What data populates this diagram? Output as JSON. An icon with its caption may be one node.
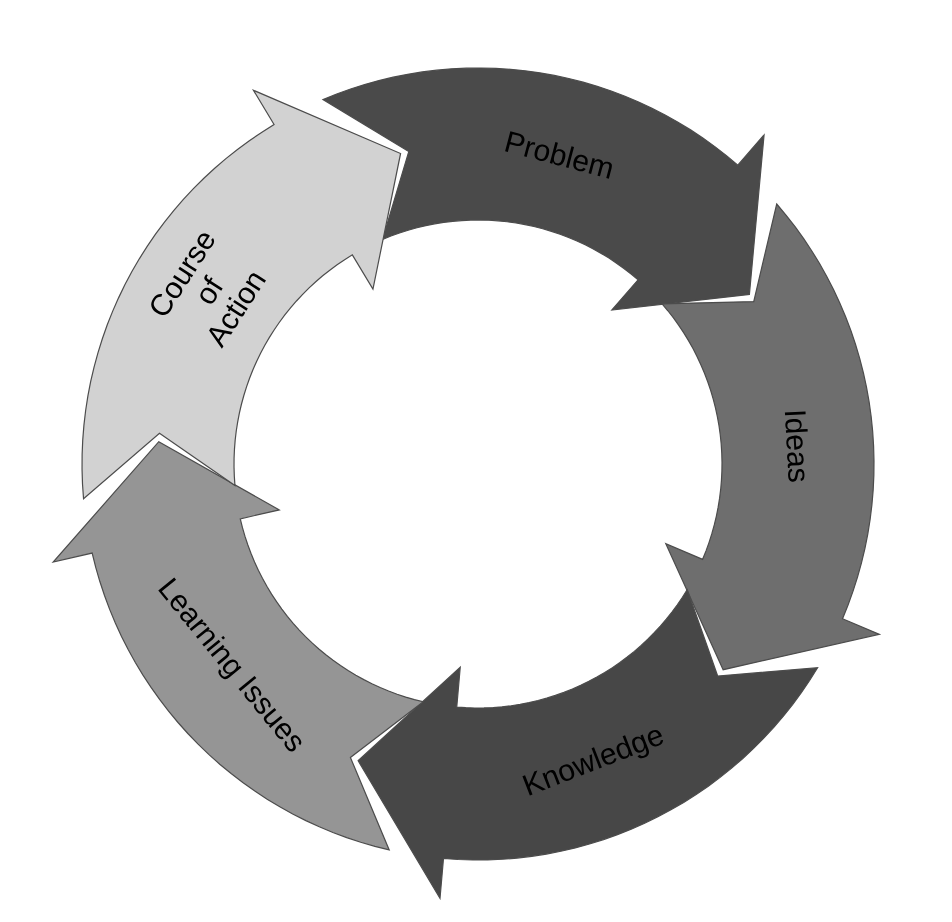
{
  "diagram": {
    "nodes": [
      {
        "text": [
          "Problem"
        ]
      },
      {
        "text": [
          "Ideas"
        ]
      },
      {
        "text": [
          "Knowledge"
        ]
      },
      {
        "text": [
          "Learning Issues"
        ]
      },
      {
        "text": [
          "Course of Action"
        ]
      }
    ]
  }
}
